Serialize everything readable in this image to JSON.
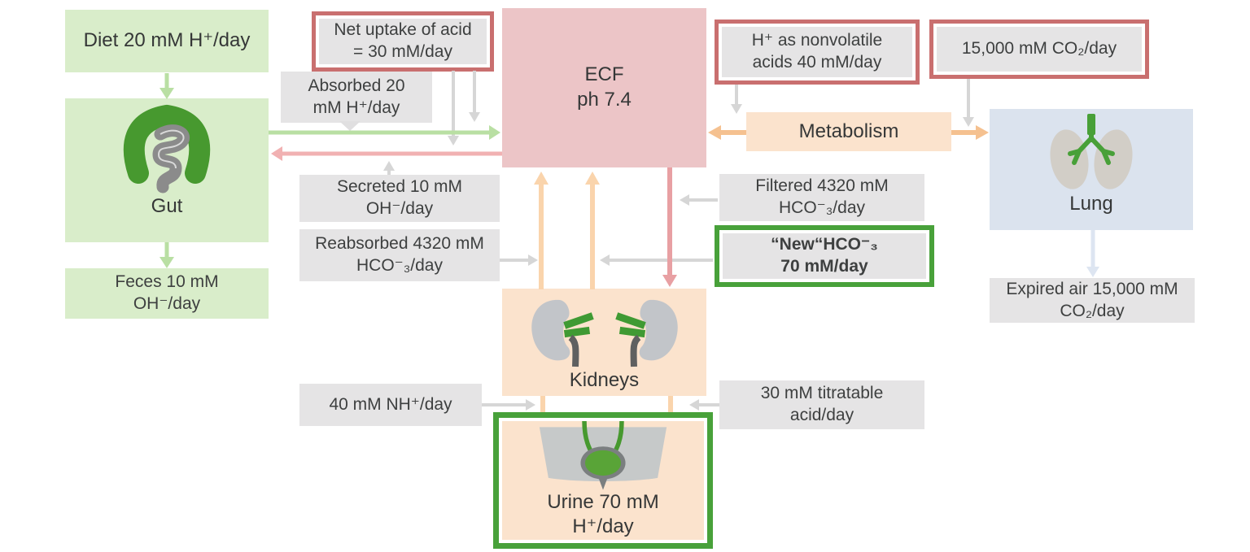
{
  "diagram_title": "Acid-base balance flow diagram",
  "boxes": {
    "diet": {
      "label": "Diet 20 mM H⁺/day"
    },
    "gut": {
      "label": "Gut"
    },
    "feces": {
      "label": "Feces 10 mM\nOH⁻/day"
    },
    "net_uptake": {
      "label": "Net uptake of acid\n= 30 mM/day"
    },
    "absorbed": {
      "label": "Absorbed 20\nmM H⁺/day"
    },
    "ecf": {
      "label": "ECF\nph 7.4"
    },
    "nonvolatile": {
      "label": "H⁺ as nonvolatile\nacids 40 mM/day"
    },
    "co2": {
      "label": "15,000 mM CO₂/day"
    },
    "metabolism": {
      "label": "Metabolism"
    },
    "lung": {
      "label": "Lung"
    },
    "secreted": {
      "label": "Secreted 10 mM\nOH⁻/day"
    },
    "reabsorbed": {
      "label": "Reabsorbed 4320 mM\nHCO⁻₃/day"
    },
    "filtered": {
      "label": "Filtered 4320 mM\nHCO⁻₃/day"
    },
    "new_hco3": {
      "label": "“New“HCO⁻₃\n70 mM/day"
    },
    "expired_air": {
      "label": "Expired air 15,000 mM\nCO₂/day"
    },
    "kidneys": {
      "label": "Kidneys"
    },
    "nh4": {
      "label": "40 mM NH⁺/day"
    },
    "titratable": {
      "label": "30 mM titratable\nacid/day"
    },
    "urine": {
      "label": "Urine 70 mM\nH⁺/day"
    }
  },
  "colors": {
    "green_box": "#d9edca",
    "gray_box": "#e5e4e5",
    "pink_box": "#ecc5c7",
    "peach_box": "#fbe3cd",
    "blue_box": "#dbe3ee",
    "red_border": "#c96f6f",
    "green_border": "#48a13a",
    "green_arrow": "#b9dfa3",
    "pink_arrow": "#f1b1b2",
    "pink_arrow_dark": "#e8a0a3",
    "orange_arrow": "#f5c190",
    "orange_arrow_light": "#fad4ac",
    "gray_arrow": "#d6d6d6",
    "blue_arrow": "#dde5f1"
  },
  "icons": {
    "gut": "gut-icon",
    "lung": "lung-icon",
    "kidneys": "kidneys-icon",
    "bladder": "bladder-icon"
  }
}
